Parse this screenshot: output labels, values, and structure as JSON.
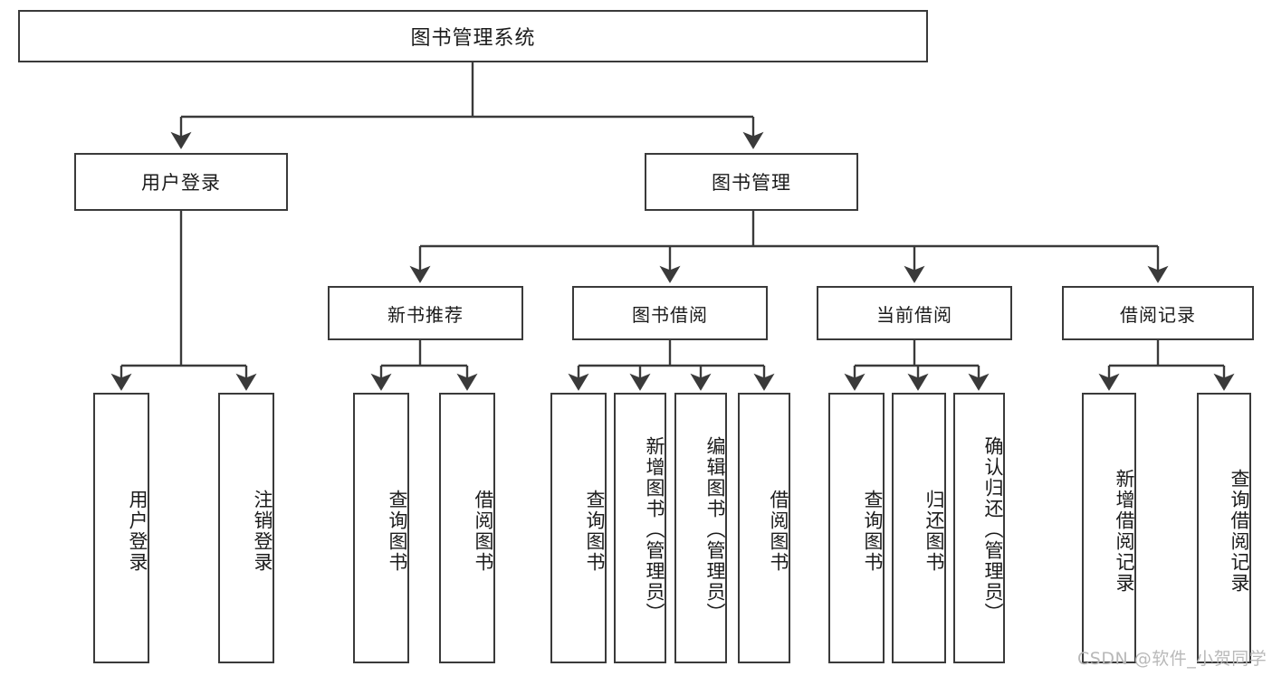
{
  "diagram": {
    "title_node": {
      "label": "图书管理系统"
    },
    "level2": [
      {
        "id": "user-login",
        "label": "用户登录"
      },
      {
        "id": "book-management",
        "label": "图书管理"
      }
    ],
    "level3": [
      {
        "id": "new-book-recommend",
        "label": "新书推荐"
      },
      {
        "id": "book-borrow",
        "label": "图书借阅"
      },
      {
        "id": "current-borrow",
        "label": "当前借阅"
      },
      {
        "id": "borrow-record",
        "label": "借阅记录"
      }
    ],
    "leaves": [
      {
        "id": "leaf-user-login",
        "label": "用户登录"
      },
      {
        "id": "leaf-logout-login",
        "label": "注销登录"
      },
      {
        "id": "leaf-query-book-1",
        "label": "查询图书"
      },
      {
        "id": "leaf-borrow-book-1",
        "label": "借阅图书"
      },
      {
        "id": "leaf-query-book-2",
        "label": "查询图书"
      },
      {
        "id": "leaf-add-book-admin",
        "label": "新增图书（管理员）"
      },
      {
        "id": "leaf-edit-book-admin",
        "label": "编辑图书（管理员）"
      },
      {
        "id": "leaf-borrow-book-2",
        "label": "借阅图书"
      },
      {
        "id": "leaf-query-book-3",
        "label": "查询图书"
      },
      {
        "id": "leaf-return-book",
        "label": "归还图书"
      },
      {
        "id": "leaf-confirm-return-admin",
        "label": "确认归还（管理员）"
      },
      {
        "id": "leaf-add-borrow-record",
        "label": "新增借阅记录"
      },
      {
        "id": "leaf-query-borrow-record",
        "label": "查询借阅记录"
      }
    ],
    "watermark": {
      "text": "CSDN @软件_小贺同学"
    },
    "colors": {
      "stroke": "#3a3a3a",
      "text": "#1b1b1b",
      "background": "#ffffff",
      "watermark": "#b9b9b9"
    }
  }
}
